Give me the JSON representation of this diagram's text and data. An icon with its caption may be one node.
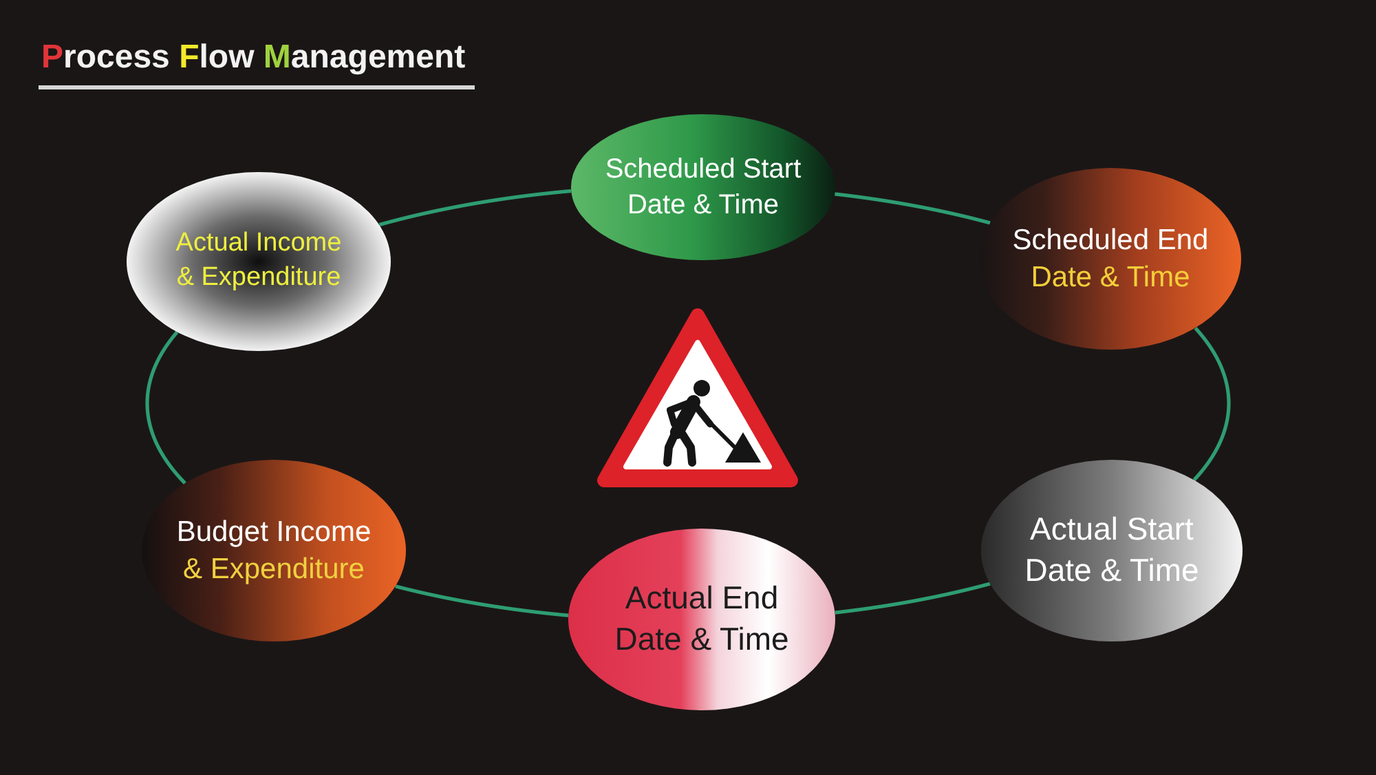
{
  "diagram": {
    "title": "Process Flow Management",
    "nodes": [
      {
        "text": [
          "Scheduled Start Date & Time"
        ]
      },
      {
        "text": [
          "Scheduled End",
          "Date & Time"
        ]
      },
      {
        "text": [
          "Actual Start Date & Time"
        ]
      },
      {
        "text": [
          "Actual End Date & Time"
        ]
      },
      {
        "text": [
          "Budget Income",
          "& Expenditure"
        ]
      },
      {
        "text": [
          "Actual Income & Expenditure"
        ]
      }
    ],
    "edges": [
      {
        "from": 0,
        "to": 1,
        "arrow": "none"
      },
      {
        "from": 1,
        "to": 2,
        "arrow": "none"
      },
      {
        "from": 2,
        "to": 3,
        "arrow": "none"
      },
      {
        "from": 3,
        "to": 4,
        "arrow": "none"
      },
      {
        "from": 4,
        "to": 5,
        "arrow": "none"
      },
      {
        "from": 5,
        "to": 0,
        "arrow": "none"
      }
    ]
  }
}
